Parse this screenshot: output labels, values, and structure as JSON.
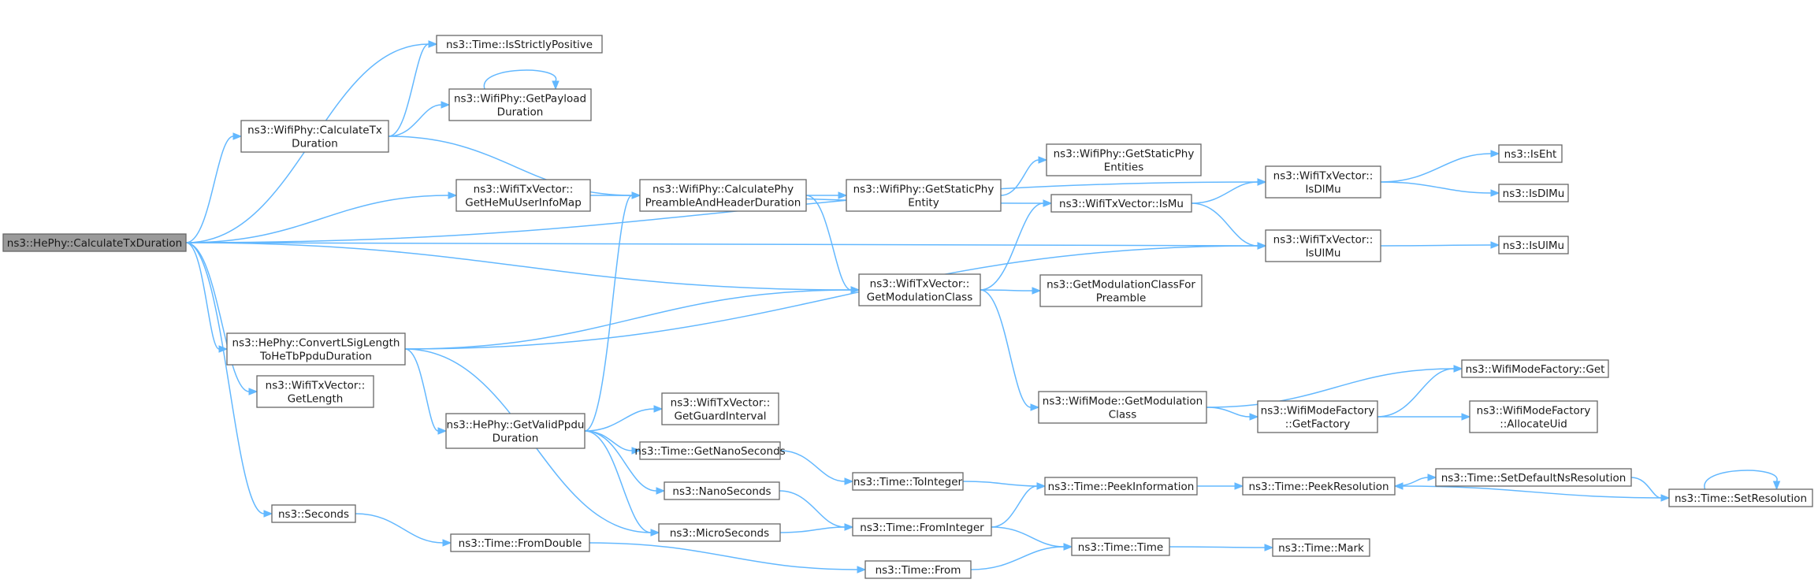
{
  "graph": {
    "nodes": [
      {
        "id": "calc_tx_he",
        "lines": [
          "ns3::HePhy::CalculateTxDuration"
        ],
        "root": true
      },
      {
        "id": "is_strictly_positive",
        "lines": [
          "ns3::Time::IsStrictlyPositive"
        ]
      },
      {
        "id": "get_payload",
        "lines": [
          "ns3::WifiPhy::GetPayload",
          "Duration"
        ]
      },
      {
        "id": "calc_tx_wifi",
        "lines": [
          "ns3::WifiPhy::CalculateTx",
          "Duration"
        ]
      },
      {
        "id": "get_he_mu",
        "lines": [
          "ns3::WifiTxVector::",
          "GetHeMuUserInfoMap"
        ]
      },
      {
        "id": "calc_preamble",
        "lines": [
          "ns3::WifiPhy::CalculatePhy",
          "PreambleAndHeaderDuration"
        ]
      },
      {
        "id": "get_static_entity",
        "lines": [
          "ns3::WifiPhy::GetStaticPhy",
          "Entity"
        ]
      },
      {
        "id": "get_static_entities",
        "lines": [
          "ns3::WifiPhy::GetStaticPhy",
          "Entities"
        ]
      },
      {
        "id": "is_mu",
        "lines": [
          "ns3::WifiTxVector::IsMu"
        ]
      },
      {
        "id": "is_dl_mu_vec",
        "lines": [
          "ns3::WifiTxVector::",
          "IsDlMu"
        ]
      },
      {
        "id": "is_eht",
        "lines": [
          "ns3::IsEht"
        ]
      },
      {
        "id": "is_dl_mu",
        "lines": [
          "ns3::IsDlMu"
        ]
      },
      {
        "id": "is_ul_mu_vec",
        "lines": [
          "ns3::WifiTxVector::",
          "IsUlMu"
        ]
      },
      {
        "id": "is_ul_mu",
        "lines": [
          "ns3::IsUlMu"
        ]
      },
      {
        "id": "get_mod_class",
        "lines": [
          "ns3::WifiTxVector::",
          "GetModulationClass"
        ]
      },
      {
        "id": "get_mod_class_pre",
        "lines": [
          "ns3::GetModulationClassFor",
          "Preamble"
        ]
      },
      {
        "id": "convert_lsig",
        "lines": [
          "ns3::HePhy::ConvertLSigLength",
          "ToHeTbPpduDuration"
        ]
      },
      {
        "id": "get_length",
        "lines": [
          "ns3::WifiTxVector::",
          "GetLength"
        ]
      },
      {
        "id": "get_valid_ppdu",
        "lines": [
          "ns3::HePhy::GetValidPpdu",
          "Duration"
        ]
      },
      {
        "id": "get_guard",
        "lines": [
          "ns3::WifiTxVector::",
          "GetGuardInterval"
        ]
      },
      {
        "id": "mode_get_mod_class",
        "lines": [
          "ns3::WifiMode::GetModulation",
          "Class"
        ]
      },
      {
        "id": "factory_get",
        "lines": [
          "ns3::WifiModeFactory::Get"
        ]
      },
      {
        "id": "factory_getfactory",
        "lines": [
          "ns3::WifiModeFactory",
          "::GetFactory"
        ]
      },
      {
        "id": "factory_alloc",
        "lines": [
          "ns3::WifiModeFactory",
          "::AllocateUid"
        ]
      },
      {
        "id": "get_nanoseconds",
        "lines": [
          "ns3::Time::GetNanoSeconds"
        ]
      },
      {
        "id": "nanoseconds",
        "lines": [
          "ns3::NanoSeconds"
        ]
      },
      {
        "id": "to_integer",
        "lines": [
          "ns3::Time::ToInteger"
        ]
      },
      {
        "id": "peek_info",
        "lines": [
          "ns3::Time::PeekInformation"
        ]
      },
      {
        "id": "peek_res",
        "lines": [
          "ns3::Time::PeekResolution"
        ]
      },
      {
        "id": "set_default_ns",
        "lines": [
          "ns3::Time::SetDefaultNsResolution"
        ]
      },
      {
        "id": "set_res",
        "lines": [
          "ns3::Time::SetResolution"
        ]
      },
      {
        "id": "seconds",
        "lines": [
          "ns3::Seconds"
        ]
      },
      {
        "id": "from_double",
        "lines": [
          "ns3::Time::FromDouble"
        ]
      },
      {
        "id": "microseconds",
        "lines": [
          "ns3::MicroSeconds"
        ]
      },
      {
        "id": "from_integer",
        "lines": [
          "ns3::Time::FromInteger"
        ]
      },
      {
        "id": "time_time",
        "lines": [
          "ns3::Time::Time"
        ]
      },
      {
        "id": "time_mark",
        "lines": [
          "ns3::Time::Mark"
        ]
      },
      {
        "id": "time_from",
        "lines": [
          "ns3::Time::From"
        ]
      }
    ],
    "edges": [
      [
        "calc_tx_he",
        "is_strictly_positive"
      ],
      [
        "calc_tx_he",
        "is_dl_mu_vec"
      ],
      [
        "calc_tx_he",
        "calc_tx_wifi"
      ],
      [
        "calc_tx_he",
        "get_he_mu"
      ],
      [
        "calc_tx_he",
        "is_ul_mu_vec"
      ],
      [
        "calc_tx_he",
        "get_mod_class"
      ],
      [
        "calc_tx_he",
        "convert_lsig"
      ],
      [
        "calc_tx_he",
        "get_length"
      ],
      [
        "calc_tx_he",
        "seconds"
      ],
      [
        "calc_tx_wifi",
        "is_strictly_positive"
      ],
      [
        "calc_tx_wifi",
        "get_payload"
      ],
      [
        "calc_tx_wifi",
        "calc_preamble"
      ],
      [
        "get_payload",
        "get_payload"
      ],
      [
        "get_he_mu",
        "is_mu"
      ],
      [
        "calc_preamble",
        "get_static_entity"
      ],
      [
        "calc_preamble",
        "get_mod_class"
      ],
      [
        "get_static_entity",
        "get_static_entities"
      ],
      [
        "is_mu",
        "is_dl_mu_vec"
      ],
      [
        "is_mu",
        "is_ul_mu_vec"
      ],
      [
        "is_dl_mu_vec",
        "is_eht"
      ],
      [
        "is_dl_mu_vec",
        "is_dl_mu"
      ],
      [
        "is_ul_mu_vec",
        "is_ul_mu"
      ],
      [
        "get_mod_class",
        "is_mu"
      ],
      [
        "get_mod_class",
        "get_mod_class_pre"
      ],
      [
        "get_mod_class",
        "mode_get_mod_class"
      ],
      [
        "convert_lsig",
        "get_mod_class"
      ],
      [
        "convert_lsig",
        "is_ul_mu_vec"
      ],
      [
        "convert_lsig",
        "get_valid_ppdu"
      ],
      [
        "convert_lsig",
        "microseconds"
      ],
      [
        "get_valid_ppdu",
        "calc_preamble"
      ],
      [
        "get_valid_ppdu",
        "get_guard"
      ],
      [
        "get_valid_ppdu",
        "get_nanoseconds"
      ],
      [
        "get_valid_ppdu",
        "nanoseconds"
      ],
      [
        "get_valid_ppdu",
        "microseconds"
      ],
      [
        "mode_get_mod_class",
        "factory_get"
      ],
      [
        "mode_get_mod_class",
        "factory_getfactory"
      ],
      [
        "factory_getfactory",
        "factory_get"
      ],
      [
        "factory_getfactory",
        "factory_alloc"
      ],
      [
        "get_nanoseconds",
        "to_integer"
      ],
      [
        "to_integer",
        "peek_info"
      ],
      [
        "peek_info",
        "peek_res"
      ],
      [
        "peek_res",
        "set_default_ns"
      ],
      [
        "set_default_ns",
        "set_res"
      ],
      [
        "set_res",
        "peek_res"
      ],
      [
        "set_res",
        "set_res"
      ],
      [
        "nanoseconds",
        "from_integer"
      ],
      [
        "microseconds",
        "from_integer"
      ],
      [
        "from_integer",
        "peek_info"
      ],
      [
        "from_integer",
        "time_time"
      ],
      [
        "seconds",
        "from_double"
      ],
      [
        "from_double",
        "time_from"
      ],
      [
        "time_from",
        "time_time"
      ],
      [
        "time_time",
        "time_mark"
      ]
    ]
  }
}
